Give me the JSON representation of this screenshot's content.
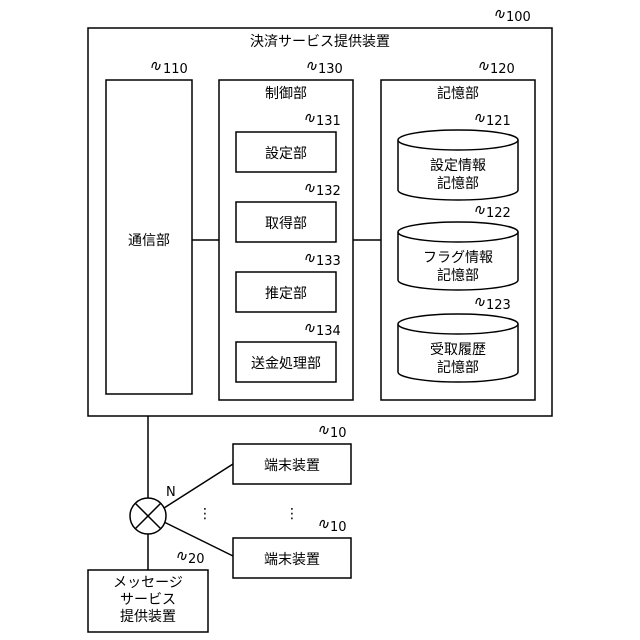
{
  "device": {
    "label": "決済サービス提供装置",
    "ref": "100",
    "comm": {
      "label": "通信部",
      "ref": "110"
    },
    "control": {
      "label": "制御部",
      "ref": "130",
      "units": [
        {
          "label": "設定部",
          "ref": "131"
        },
        {
          "label": "取得部",
          "ref": "132"
        },
        {
          "label": "推定部",
          "ref": "133"
        },
        {
          "label": "送金処理部",
          "ref": "134"
        }
      ]
    },
    "storage": {
      "label": "記憶部",
      "ref": "120",
      "stores": [
        {
          "line1": "設定情報",
          "line2": "記憶部",
          "ref": "121"
        },
        {
          "line1": "フラグ情報",
          "line2": "記憶部",
          "ref": "122"
        },
        {
          "line1": "受取履歴",
          "line2": "記憶部",
          "ref": "123"
        }
      ]
    }
  },
  "network": {
    "label": "N"
  },
  "terminals": [
    {
      "label": "端末装置",
      "ref": "10"
    },
    {
      "label": "端末装置",
      "ref": "10"
    }
  ],
  "ellipsis": [
    "⋮",
    "⋮"
  ],
  "message_service": {
    "line1": "メッセージ",
    "line2": "サービス",
    "line3": "提供装置",
    "ref": "20"
  }
}
